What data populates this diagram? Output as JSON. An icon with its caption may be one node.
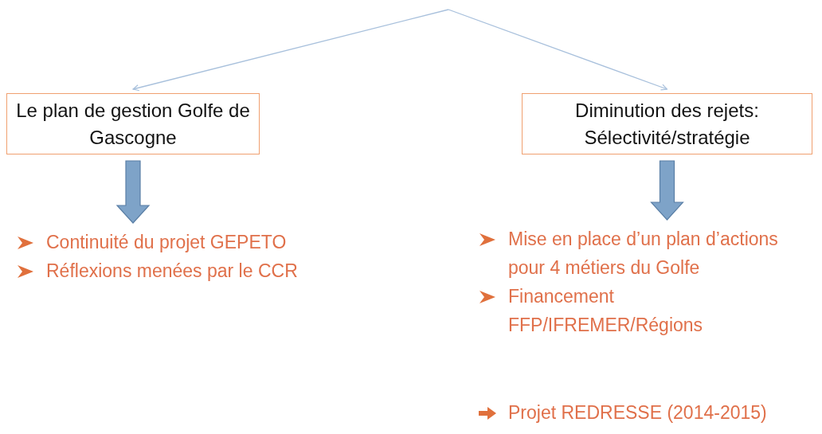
{
  "diagram": {
    "nodes": [
      {
        "text": [
          "Le plan de gestion Golfe de Gascogne"
        ]
      },
      {
        "text": [
          "Diminution des rejets: Sélectivité/stratégie"
        ]
      },
      {
        "text": [
          "Continuité du projet GEPETO",
          "Réflexions menées par le CCR"
        ]
      },
      {
        "text": [
          "Mise en place d’un plan d’actions pour 4 métiers du Golfe",
          "Financement FFP/IFREMER/Régions"
        ]
      }
    ],
    "edges": [
      {
        "from": null,
        "to": 0,
        "arrow": "to"
      },
      {
        "from": null,
        "to": 1,
        "arrow": "to"
      },
      {
        "from": 0,
        "to": 2,
        "arrow": "to",
        "style": "thick",
        "color": "#7ea3c8"
      },
      {
        "from": 1,
        "to": 3,
        "arrow": "to",
        "style": "thick",
        "color": "#7ea3c8"
      }
    ],
    "labels": [
      "Projet REDRESSE (2014-2015)"
    ]
  }
}
